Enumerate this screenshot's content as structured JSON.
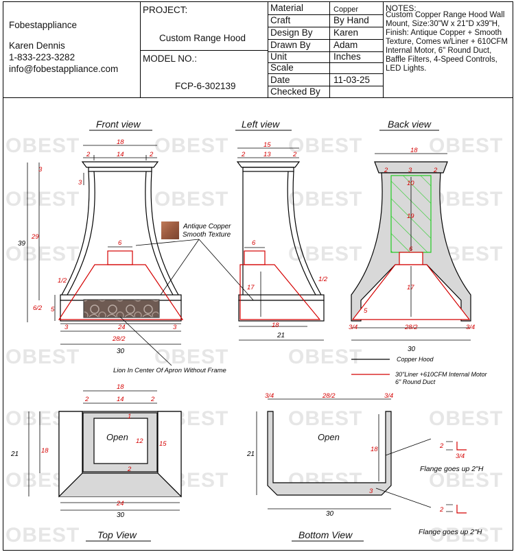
{
  "title_block": {
    "company": "Fobestappliance",
    "contact_name": "Karen Dennis",
    "phone": "1-833-223-3282",
    "email": "info@fobestappliance.com",
    "project_label": "PROJECT:",
    "project_value": "Custom Range Hood",
    "model_label": "MODEL NO.:",
    "model_value": "FCP-6-302139",
    "fields": [
      {
        "label": "Material",
        "value": "Copper"
      },
      {
        "label": "Craft",
        "value": "By Hand"
      },
      {
        "label": "Design By",
        "value": "Karen"
      },
      {
        "label": "Drawn By",
        "value": "Adam"
      },
      {
        "label": "Unit",
        "value": "Inches"
      },
      {
        "label": "Scale",
        "value": ""
      },
      {
        "label": "Date",
        "value": "11-03-25"
      },
      {
        "label": "Checked By",
        "value": ""
      }
    ],
    "notes_label": "NOTES:",
    "notes_text": "Custom Copper Range Hood Wall Mount, Size:30\"W x 21\"D x39\"H, Finish: Antique Copper + Smooth Texture, Comes w/Liner + 610CFM Internal Motor, 6\" Round Duct, Baffle Filters, 4-Speed Controls, LED Lights."
  },
  "views": {
    "front": "Front view",
    "left": "Left view",
    "back": "Back view",
    "top": "Top View",
    "bottom": "Bottom View"
  },
  "watermark": "OBEST",
  "annotations": {
    "finish_line1": "Antique Copper",
    "finish_line2": "Smooth Texture",
    "lion": "Lion In Center Of Apron Without Frame",
    "legend_black": "Copper Hood",
    "legend_red_line1": "30\"Liner +610CFM Internal Motor",
    "legend_red_line2": "6\" Round Duct",
    "open": "Open",
    "flange1": "Flange goes up 2\"H",
    "flange2": "Flange goes up 2\"H"
  },
  "dims": {
    "f18": "18",
    "f2a": "2",
    "f14": "14",
    "f2b": "2",
    "f3": "3",
    "f3b": "3",
    "f39": "39",
    "f29": "29",
    "f6": "6",
    "f1h": "1/2",
    "f6h": "6/2",
    "f5": "5",
    "f3l": "3",
    "f24": "24",
    "f3r": "3",
    "f28": "28/2",
    "f30": "30",
    "l15": "15",
    "l2a": "2",
    "l13": "13",
    "l2b": "2",
    "l6": "6",
    "l1h": "1/2",
    "l17": "17",
    "l18": "18",
    "l21": "21",
    "b18": "18",
    "b2a": "2",
    "b3": "3",
    "b2b": "2",
    "b10": "10",
    "b19": "19",
    "b6": "6",
    "b17": "17",
    "b5": "5",
    "b34a": "3/4",
    "b28": "28/2",
    "b34b": "3/4",
    "b30": "30",
    "t18": "18",
    "t2a": "2",
    "t14": "14",
    "t2b": "2",
    "t1": "1",
    "t12": "12",
    "t15": "15",
    "t21": "21",
    "t18v": "18",
    "t2": "2",
    "t24": "24",
    "t30": "30",
    "u34a": "3/4",
    "u28": "28/2",
    "u34b": "3/4",
    "u18": "18",
    "u21": "21",
    "u3": "3",
    "u30": "30",
    "fl2a": "2",
    "fl34": "3/4",
    "fl2b": "2"
  }
}
